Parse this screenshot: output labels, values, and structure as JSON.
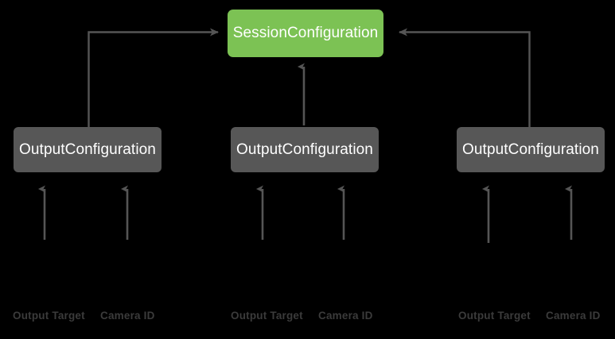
{
  "diagram": {
    "title": "SessionConfiguration composition diagram",
    "background_color": "#000000",
    "edge_color": "#555555",
    "nodes": {
      "session": {
        "label": "SessionConfiguration",
        "color": "#7cc254",
        "text_color": "#ffffff"
      },
      "output_left": {
        "label": "OutputConfiguration",
        "color": "#575757",
        "text_color": "#ffffff"
      },
      "output_middle": {
        "label": "OutputConfiguration",
        "color": "#575757",
        "text_color": "#ffffff"
      },
      "output_right": {
        "label": "OutputConfiguration",
        "color": "#575757",
        "text_color": "#ffffff"
      }
    },
    "leaves": {
      "color": "#3b3b3b",
      "groups": [
        {
          "group": "left",
          "output_target": "Output Target",
          "camera_id": "Camera ID"
        },
        {
          "group": "middle",
          "output_target": "Output Target",
          "camera_id": "Camera ID"
        },
        {
          "group": "right",
          "output_target": "Output Target",
          "camera_id": "Camera ID"
        }
      ]
    }
  }
}
